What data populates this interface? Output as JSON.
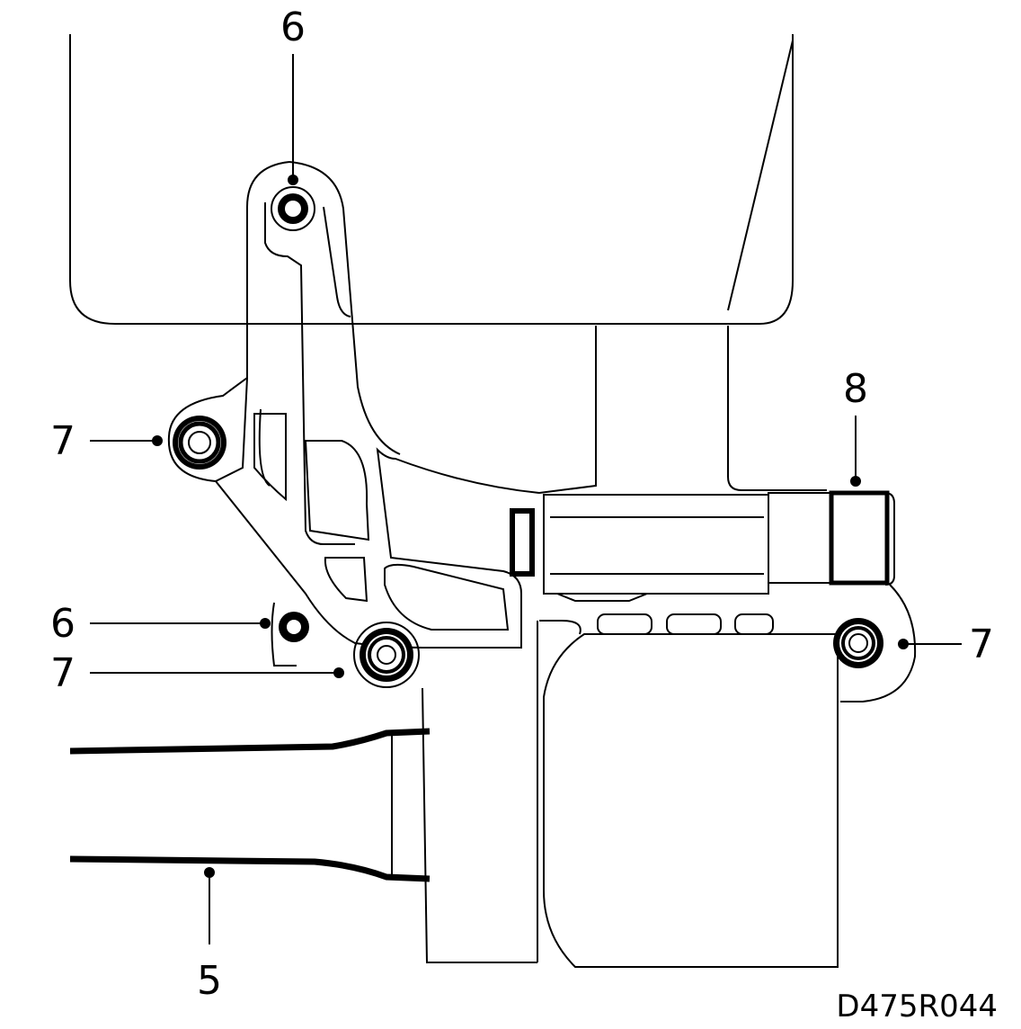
{
  "callouts": {
    "top_bolt": "6",
    "left_bolt": "7",
    "connector": "8",
    "left_lower_bolt": "6",
    "center_bolt": "7",
    "right_bolt": "7",
    "pipe": "5"
  },
  "figure_code": "D475R044",
  "colors": {
    "line": "#000000",
    "background": "#ffffff"
  }
}
